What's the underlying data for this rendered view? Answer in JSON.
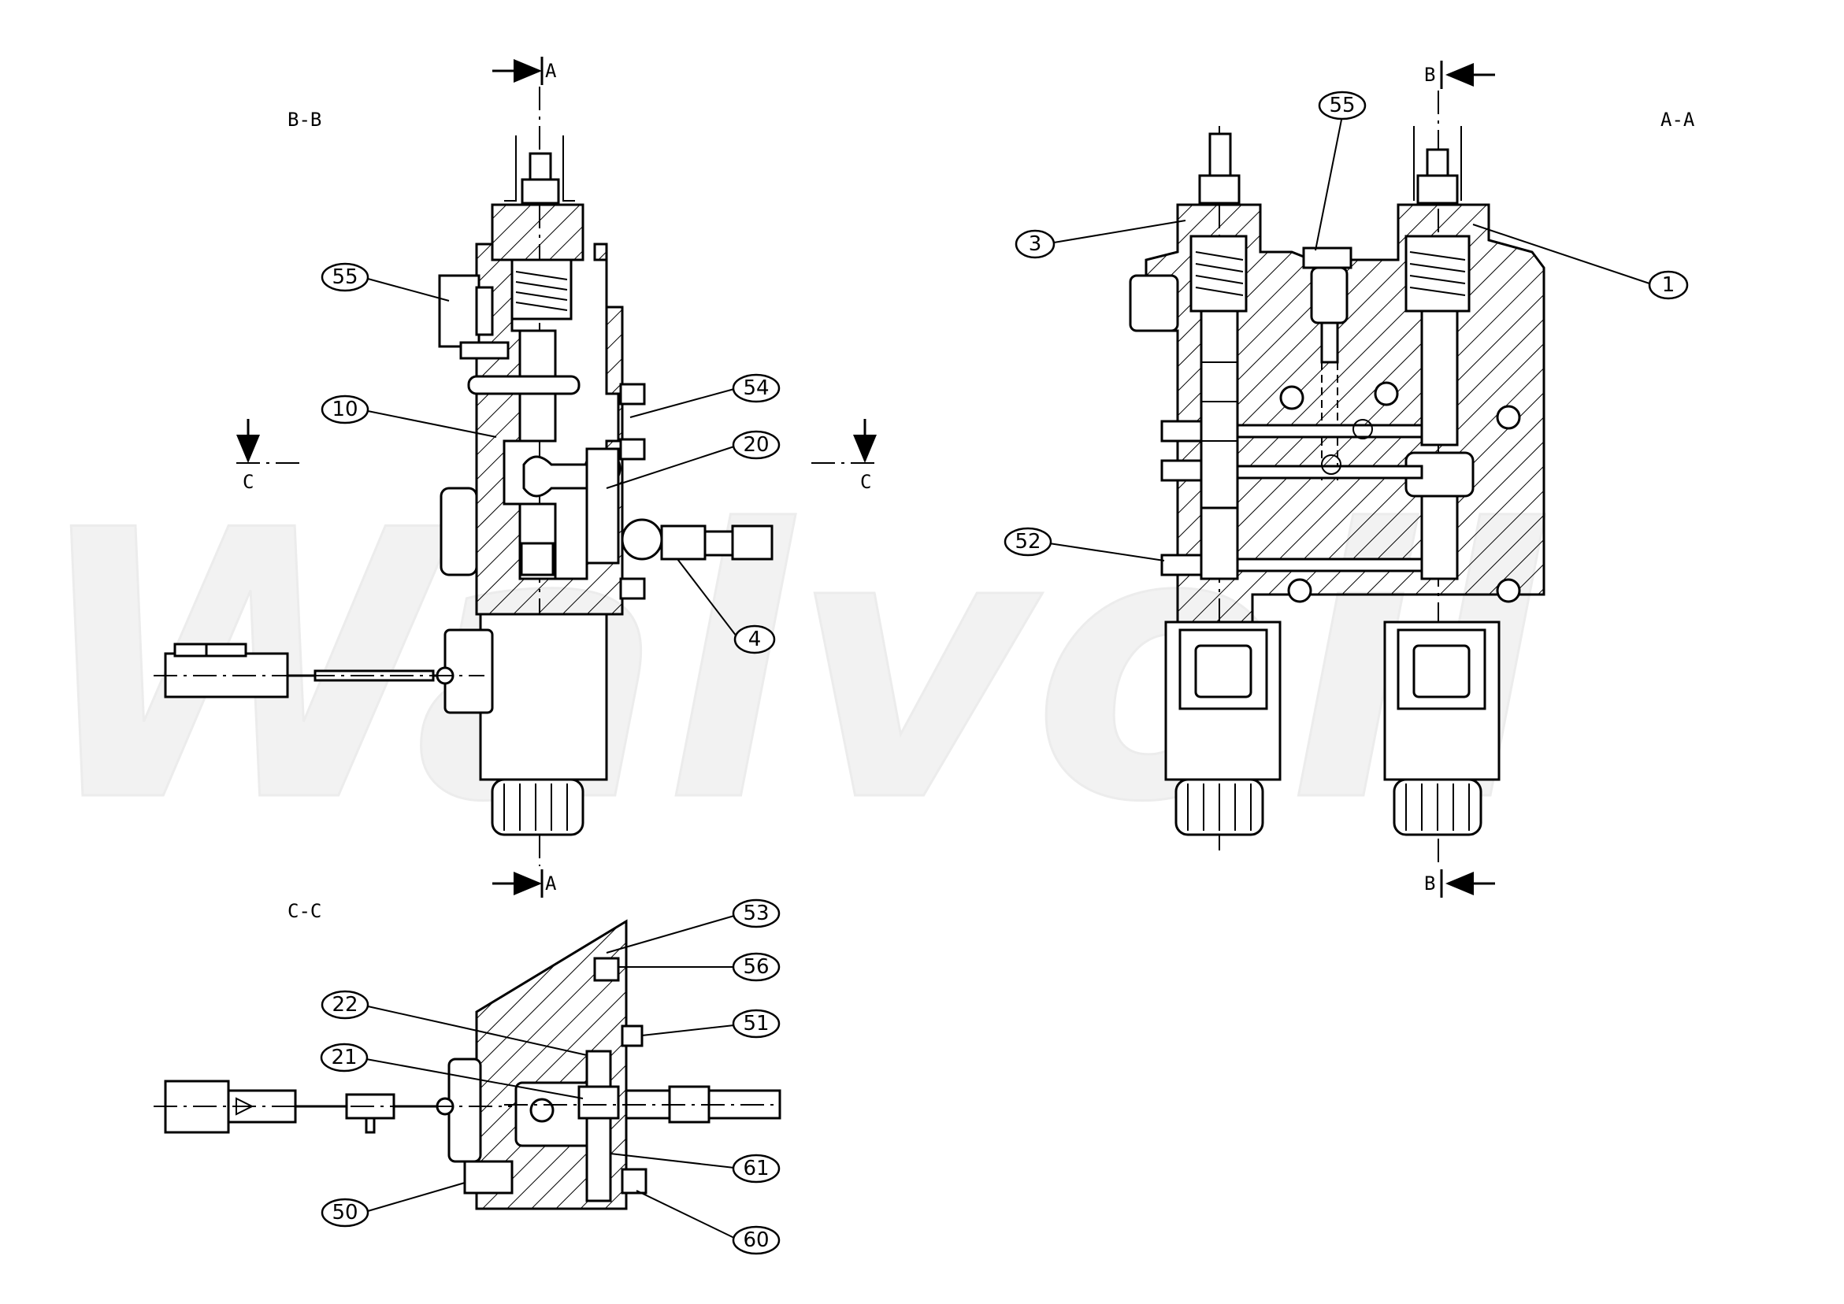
{
  "watermark": "Walvoil",
  "sections": {
    "bb": "B-B",
    "aa": "A-A",
    "cc": "C-C"
  },
  "cut_markers": {
    "a_top": "A",
    "a_bottom": "A",
    "b_top": "B",
    "b_bottom": "B",
    "c_left": "C",
    "c_right": "C"
  },
  "balloons": {
    "bb_55": "55",
    "bb_10": "10",
    "bb_54": "54",
    "bb_20": "20",
    "bb_4": "4",
    "aa_55": "55",
    "aa_3": "3",
    "aa_1": "1",
    "aa_52": "52",
    "cc_53": "53",
    "cc_56": "56",
    "cc_22": "22",
    "cc_51": "51",
    "cc_21": "21",
    "cc_61": "61",
    "cc_50": "50",
    "cc_60": "60"
  }
}
